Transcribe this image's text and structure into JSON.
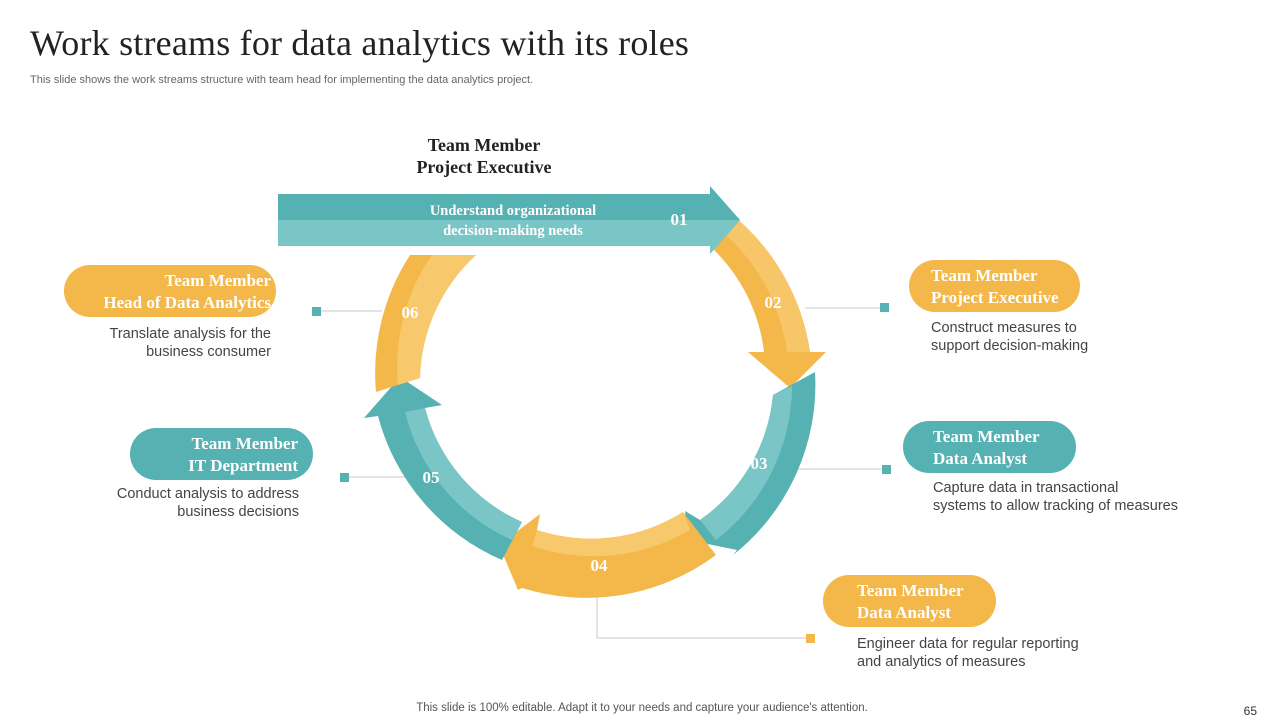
{
  "header": {
    "title": "Work streams for data analytics with its roles",
    "subtitle": "This slide shows the work streams structure with team head for implementing the data analytics project."
  },
  "colors": {
    "orange": "#f4b84a",
    "orange_light": "#f7c86c",
    "teal": "#56b1b3",
    "teal_light": "#7ac6c6",
    "connector": "#c9c9c9"
  },
  "top": {
    "label_line1": "Team Member",
    "label_line2": "Project Executive",
    "banner_line1": "Understand  organizational",
    "banner_line2": "decision-making  needs"
  },
  "steps": [
    {
      "num": "01"
    },
    {
      "num": "02",
      "role_line1": "Team Member",
      "role_line2": "Project Executive",
      "desc_line1": "Construct measures to",
      "desc_line2": "support decision-making"
    },
    {
      "num": "03",
      "role_line1": "Team Member",
      "role_line2": "Data Analyst",
      "desc_line1": "Capture data in transactional",
      "desc_line2": "systems to allow tracking of measures"
    },
    {
      "num": "04",
      "role_line1": "Team Member",
      "role_line2": "Data Analyst",
      "desc_line1": "Engineer data for regular reporting",
      "desc_line2": "and analytics of measures"
    },
    {
      "num": "05",
      "role_line1": "Team Member",
      "role_line2": "IT Department",
      "desc_line1": "Conduct analysis to address",
      "desc_line2": "business decisions"
    },
    {
      "num": "06",
      "role_line1": "Team Member",
      "role_line2": "Head of Data Analytics",
      "desc_line1": "Translate analysis for the",
      "desc_line2": "business consumer"
    }
  ],
  "footer": {
    "note": "This slide is 100% editable. Adapt it to your needs and capture your audience's attention.",
    "page": "65"
  }
}
